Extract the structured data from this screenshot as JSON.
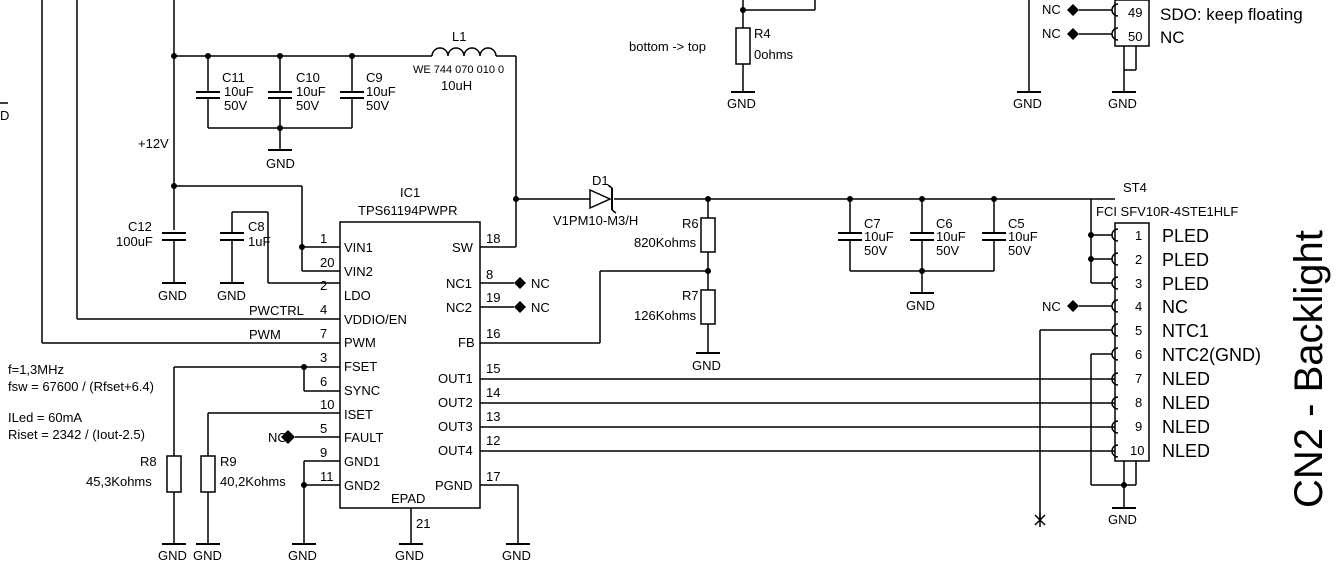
{
  "title": "CN2 - Backlight",
  "notes": {
    "bottom_to_top": "bottom -> top",
    "f": "f=1,3MHz",
    "fsw": "fsw = 67600 / (Rfset+6.4)",
    "iled": "ILed = 60mA",
    "riset": "Riset = 2342 / (Iout-2.5)",
    "plus12v": "+12V",
    "pwctrl": "PWCTRL",
    "pwm": "PWM",
    "edge_d": "D"
  },
  "ic1": {
    "ref": "IC1",
    "value": "TPS61194PWPR",
    "pins_left": [
      {
        "num": "1",
        "name": "VIN1"
      },
      {
        "num": "20",
        "name": "VIN2"
      },
      {
        "num": "2",
        "name": "LDO"
      },
      {
        "num": "4",
        "name": "VDDIO/EN"
      },
      {
        "num": "7",
        "name": "PWM"
      },
      {
        "num": "3",
        "name": "FSET"
      },
      {
        "num": "6",
        "name": "SYNC"
      },
      {
        "num": "10",
        "name": "ISET"
      },
      {
        "num": "5",
        "name": "FAULT"
      },
      {
        "num": "9",
        "name": "GND1"
      },
      {
        "num": "11",
        "name": "GND2"
      }
    ],
    "pins_right": [
      {
        "num": "18",
        "name": "SW"
      },
      {
        "num": "8",
        "name": "NC1"
      },
      {
        "num": "19",
        "name": "NC2"
      },
      {
        "num": "16",
        "name": "FB"
      },
      {
        "num": "15",
        "name": "OUT1"
      },
      {
        "num": "14",
        "name": "OUT2"
      },
      {
        "num": "13",
        "name": "OUT3"
      },
      {
        "num": "12",
        "name": "OUT4"
      },
      {
        "num": "17",
        "name": "PGND"
      }
    ],
    "epad": {
      "name": "EPAD",
      "num": "21"
    }
  },
  "l1": {
    "ref": "L1",
    "part": "WE 744 070 010 0",
    "value": "10uH"
  },
  "d1": {
    "ref": "D1",
    "part": "V1PM10-M3/H"
  },
  "caps": {
    "c11": {
      "ref": "C11",
      "value": "10uF",
      "volt": "50V"
    },
    "c10": {
      "ref": "C10",
      "value": "10uF",
      "volt": "50V"
    },
    "c9": {
      "ref": "C9",
      "value": "10uF",
      "volt": "50V"
    },
    "c12": {
      "ref": "C12",
      "value": "100uF"
    },
    "c8": {
      "ref": "C8",
      "value": "1uF"
    },
    "c7": {
      "ref": "C7",
      "value": "10uF",
      "volt": "50V"
    },
    "c6": {
      "ref": "C6",
      "value": "10uF",
      "volt": "50V"
    },
    "c5": {
      "ref": "C5",
      "value": "10uF",
      "volt": "50V"
    }
  },
  "resistors": {
    "r4": {
      "ref": "R4",
      "value": "0ohms"
    },
    "r6": {
      "ref": "R6",
      "value": "820Kohms"
    },
    "r7": {
      "ref": "R7",
      "value": "126Kohms"
    },
    "r8": {
      "ref": "R8",
      "value": "45,3Kohms"
    },
    "r9": {
      "ref": "R9",
      "value": "40,2Kohms"
    }
  },
  "st4": {
    "ref": "ST4",
    "part": "FCI SFV10R-4STE1HLF",
    "pins": [
      {
        "num": "1",
        "name": "PLED"
      },
      {
        "num": "2",
        "name": "PLED"
      },
      {
        "num": "3",
        "name": "PLED"
      },
      {
        "num": "4",
        "name": "NC"
      },
      {
        "num": "5",
        "name": "NTC1"
      },
      {
        "num": "6",
        "name": "NTC2(GND)"
      },
      {
        "num": "7",
        "name": "NLED"
      },
      {
        "num": "8",
        "name": "NLED"
      },
      {
        "num": "9",
        "name": "NLED"
      },
      {
        "num": "10",
        "name": "NLED"
      }
    ]
  },
  "top_conn": {
    "pins": [
      {
        "num": "49",
        "name": "SDO: keep floating"
      },
      {
        "num": "50",
        "name": "NC"
      }
    ]
  },
  "labels": {
    "gnd": "GND",
    "nc": "NC"
  }
}
